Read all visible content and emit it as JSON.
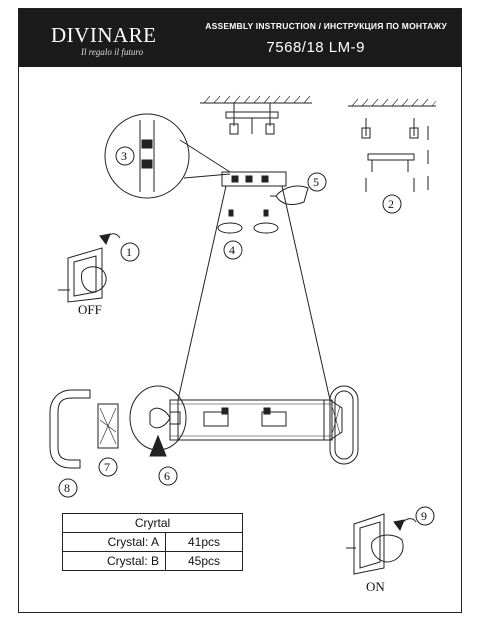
{
  "header": {
    "brand": "DIVINARE",
    "tagline": "Il regalo il futuro",
    "subtitle": "ASSEMBLY INSTRUCTION / ИНСТРУКЦИЯ ПО МОНТАЖУ",
    "model": "7568/18 LM-9"
  },
  "labels": {
    "off": "OFF",
    "on": "ON"
  },
  "steps": [
    "1",
    "2",
    "3",
    "4",
    "5",
    "6",
    "7",
    "8",
    "9"
  ],
  "crystal_table": {
    "title": "Cryrtal",
    "rows": [
      {
        "name": "Crystal: A",
        "value": "41pcs"
      },
      {
        "name": "Crystal: B",
        "value": "45pcs"
      }
    ]
  }
}
